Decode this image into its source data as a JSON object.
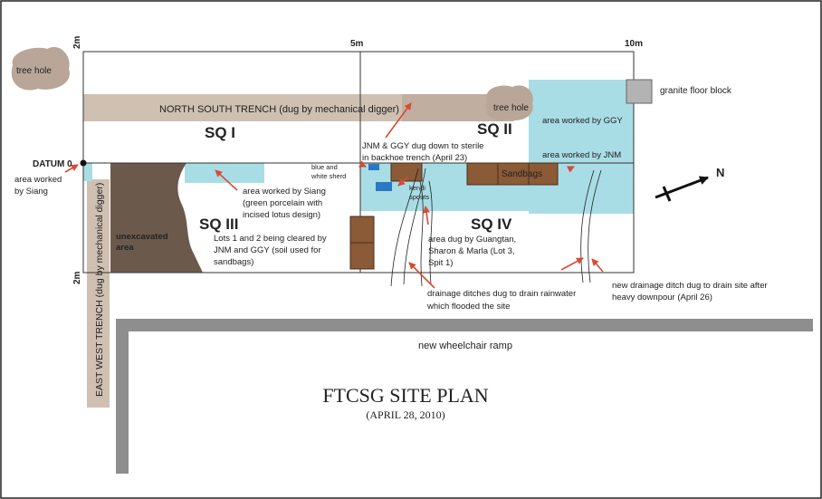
{
  "title": "FTCSG SITE PLAN",
  "subtitle": "(APRIL 28, 2010)",
  "scale": {
    "m2_top": "2m",
    "m5": "5m",
    "m10": "10m",
    "m2_bottom": "2m"
  },
  "datum": "DATUM 0",
  "north": "N",
  "squares": {
    "sq1": "SQ I",
    "sq2": "SQ II",
    "sq3": "SQ III",
    "sq4": "SQ IV"
  },
  "features": {
    "tree_hole_left": "tree hole",
    "tree_hole_right": "tree hole",
    "ns_trench": "NORTH SOUTH TRENCH (dug by mechanical digger)",
    "ew_trench": "EAST WEST TRENCH (dug by mechanical digger)",
    "granite": "granite floor block",
    "unexcavated": [
      "unexcavated",
      "area"
    ],
    "sandbags": "Sandbags",
    "ramp": "new wheelchair ramp"
  },
  "annotations": {
    "siang_datum": [
      "area worked",
      "by Siang"
    ],
    "siang_porcelain": [
      "area worked by Siang",
      "(green porcelain with",
      "incised lotus design)"
    ],
    "lots": [
      "Lots 1 and 2 being cleared by",
      "JNM and GGY (soil used for",
      "sandbags)"
    ],
    "ggy": "area worked by GGY",
    "jnm": "area worked by JNM",
    "backhoe": [
      "JNM & GGY dug down to sterile",
      "in backhoe trench (April 23)"
    ],
    "sherd": [
      "blue and",
      "white sherd"
    ],
    "kendi": [
      "kendi",
      "spouts"
    ],
    "guangtan": [
      "area dug by Guangtan,",
      "Sharon & Marla (Lot 3,",
      "Spit 1)"
    ],
    "drainage": [
      "drainage ditches dug to drain rainwater",
      "which flooded the site"
    ],
    "new_ditch": [
      "new drainage ditch dug to drain site after",
      "heavy downpour (April 26)"
    ]
  },
  "colors": {
    "trench": "#cfc0b2",
    "tree": "#b9a699",
    "worked_area": "#a9dde6",
    "unexcavated": "#6b5a4c",
    "sandbag": "#8b5a37",
    "blue_marker": "#2a78c6",
    "arrow": "#d84a36",
    "ramp": "#8e8e8e",
    "granite": "#b3b3b3"
  }
}
